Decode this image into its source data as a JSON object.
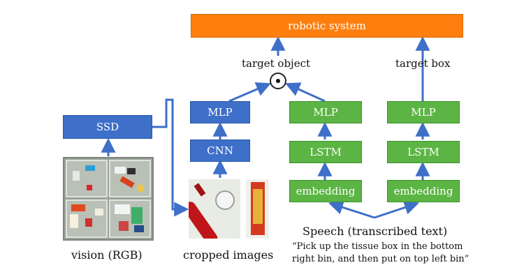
{
  "diagram": {
    "robotic_system": "robotic system",
    "target_object": "target object",
    "target_box": "target box",
    "ssd": "SSD",
    "mlp_vision": "MLP",
    "cnn": "CNN",
    "mlp_object": "MLP",
    "lstm_object": "LSTM",
    "embedding_object": "embedding",
    "mlp_box": "MLP",
    "lstm_box": "LSTM",
    "embedding_box": "embedding",
    "vision_caption": "vision (RGB)",
    "cropped_caption": "cropped images",
    "speech_caption": "Speech (transcribed text)",
    "speech_quote_line1": "“Pick up the tissue box in the bottom",
    "speech_quote_line2": "right bin, and then put on top left bin”",
    "colors": {
      "blue_box": "#3e6fc9",
      "green_box": "#5bb443",
      "orange_box": "#ff7f0e",
      "arrow": "#3e6fc9"
    }
  }
}
